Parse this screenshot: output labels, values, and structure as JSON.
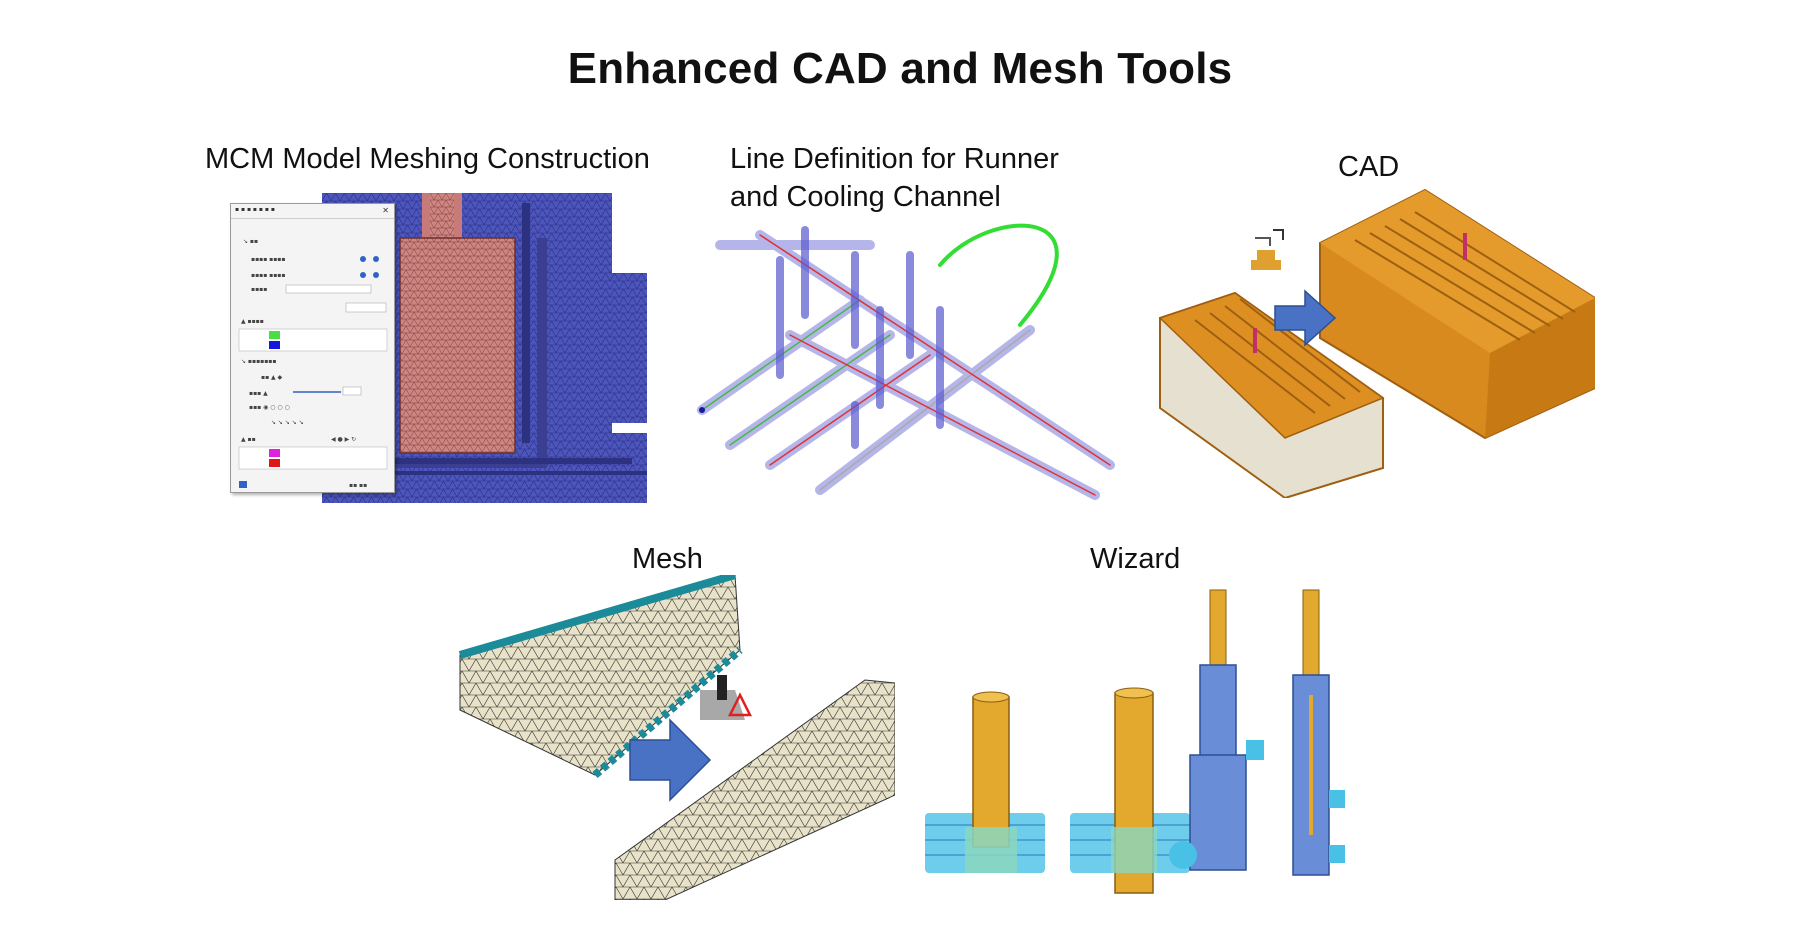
{
  "title": "Enhanced CAD and Mesh Tools",
  "panels": {
    "mcm": {
      "label": "MCM Model Meshing Construction"
    },
    "line_def": {
      "label_line1": "Line Definition for Runner",
      "label_line2": "and Cooling Channel"
    },
    "cad": {
      "label": "CAD"
    },
    "mesh": {
      "label": "Mesh"
    },
    "wizard": {
      "label": "Wizard"
    }
  },
  "colors": {
    "mesh_blue": "#4a55b8",
    "mesh_red": "#c87a78",
    "cad_orange": "#d98a1e",
    "arrow_blue": "#4a72c4",
    "wizard_gold": "#e2a92e",
    "wizard_cyan": "#3fc1e6",
    "channel_green": "#33dd33"
  }
}
